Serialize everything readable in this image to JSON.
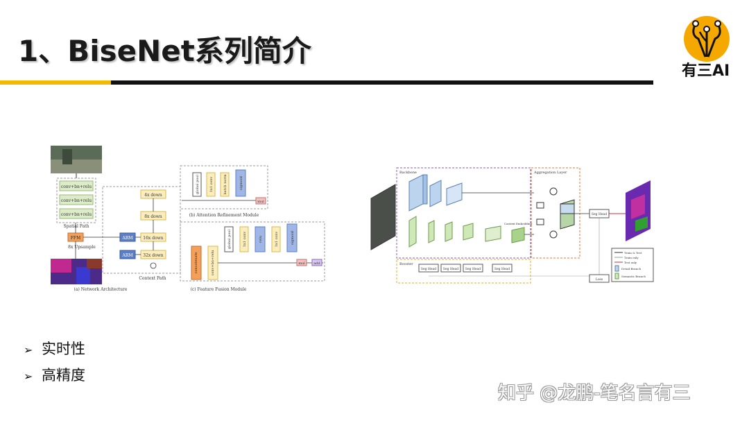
{
  "slide": {
    "title": "1、BiseNet系列简介",
    "logo_text": "有三AI",
    "bullets": [
      "实时性",
      "高精度"
    ],
    "bullet_marker": "➢",
    "watermark": "知乎 @龙鹏-笔名言有三"
  },
  "colors": {
    "accent": "#f5b800",
    "rule": "#111111",
    "logo_orange": "#f5a800"
  },
  "figure_left": {
    "blocks": {
      "conv1": "conv+bn+relu",
      "conv2": "conv+bn+relu",
      "conv3": "conv+bn+relu",
      "spatial_path": "Spatial Path",
      "ffm": "FFM",
      "upsample": "8x Upsample",
      "arm1": "ARM",
      "arm2": "ARM",
      "down4": "4x down",
      "down8": "8x down",
      "down16": "16x down",
      "down32": "32x down",
      "context_path": "Context Path",
      "caption_a": "(a) Network Architecture",
      "caption_b": "(b) Attention Refinement Module",
      "caption_c": "(c) Feature Fusion Module",
      "arm_global_pool": "global pool",
      "arm_conv1x1": "1x1 conv",
      "arm_bn": "batch norm",
      "arm_sigmoid": "sigmoid",
      "arm_mul": "mul",
      "ffm_concat": "concatenate",
      "ffm_cbr": "conv+bn+relu",
      "ffm_global_pool": "global pool",
      "ffm_conv1": "1x1 conv",
      "ffm_relu": "relu",
      "ffm_conv2": "1x1 conv",
      "ffm_sigmoid": "sigmoid",
      "ffm_mul": "mul",
      "ffm_add": "add"
    }
  },
  "figure_right": {
    "labels": {
      "backbone": "Backbone",
      "aggregation": "Aggregation Layer",
      "booster": "Booster",
      "seg_head_1": "Seg Head",
      "seg_head_2": "Seg Head",
      "seg_head_3": "Seg Head",
      "seg_head_4": "Seg Head",
      "seg_head_out": "Seg Head",
      "loss": "Loss",
      "context_embedding": "Context Embedding",
      "legend_1": "Train & Test",
      "legend_2": "Train only",
      "legend_3": "Test only",
      "legend_4": "Detail Branch",
      "legend_5": "Semantic Branch"
    }
  }
}
